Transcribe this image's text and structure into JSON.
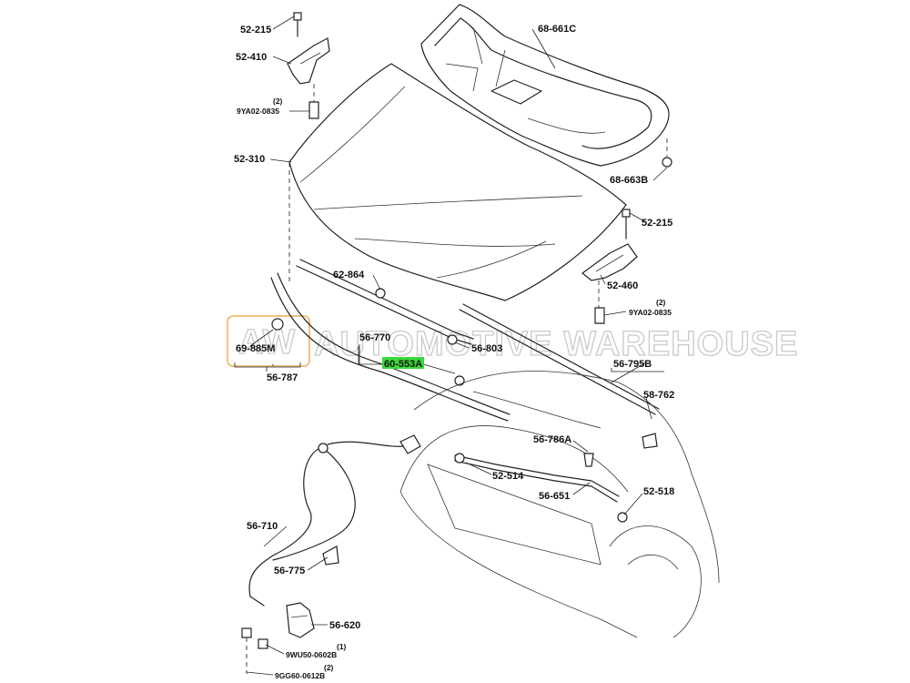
{
  "watermark": {
    "logo_text": "AW",
    "text": "AUTOMOTIVE WAREHOUSE"
  },
  "parts": {
    "p52215_top": "52-215",
    "p52410": "52-410",
    "qty_top_bolt": "(2)",
    "p9ya_top": "9YA02-0835",
    "p52310": "52-310",
    "p68661c": "68-661C",
    "p68663b": "68-663B",
    "p52215_right": "52-215",
    "p52460": "52-460",
    "qty_right_bolt": "(2)",
    "p9ya_right": "9YA02-0835",
    "p62864": "62-864",
    "p56770": "56-770",
    "p56803": "56-803",
    "p60553a": "60-553A",
    "p69885m": "69-885M",
    "p56787": "56-787",
    "p56795b": "56-795B",
    "p58762": "58-762",
    "p56786a": "56-786A",
    "p52514": "52-514",
    "p56651": "56-651",
    "p52518": "52-518",
    "p56710": "56-710",
    "p56775": "56-775",
    "p56620": "56-620",
    "qty_9wu": "(1)",
    "p9wu": "9WU50-0602B",
    "qty_9gg": "(2)",
    "p9gg": "9GG60-0612B"
  },
  "colors": {
    "highlight": "#39d939",
    "watermark_box": "#f0c080",
    "line": "#222222"
  }
}
